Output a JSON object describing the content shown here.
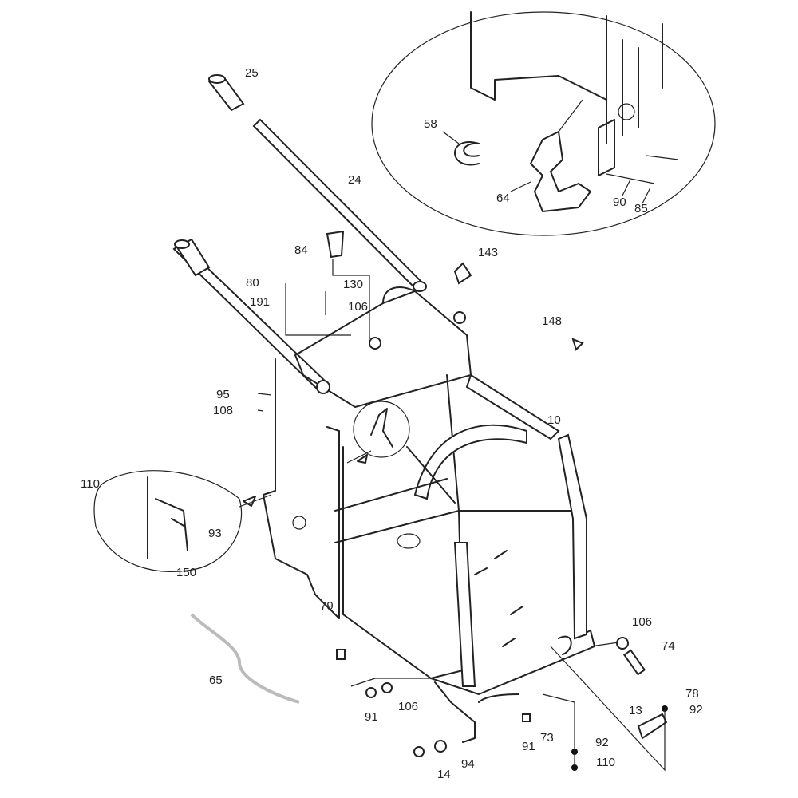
{
  "diagram": {
    "type": "exploded parts diagram",
    "callouts": [
      "25",
      "24",
      "84",
      "143",
      "80",
      "130",
      "191",
      "106",
      "148",
      "10",
      "95",
      "108",
      "110",
      "93",
      "150",
      "79",
      "106",
      "74",
      "65",
      "91",
      "106",
      "73",
      "78",
      "92",
      "13",
      "91",
      "92",
      "110",
      "94",
      "14",
      "58",
      "64",
      "90",
      "85"
    ]
  }
}
